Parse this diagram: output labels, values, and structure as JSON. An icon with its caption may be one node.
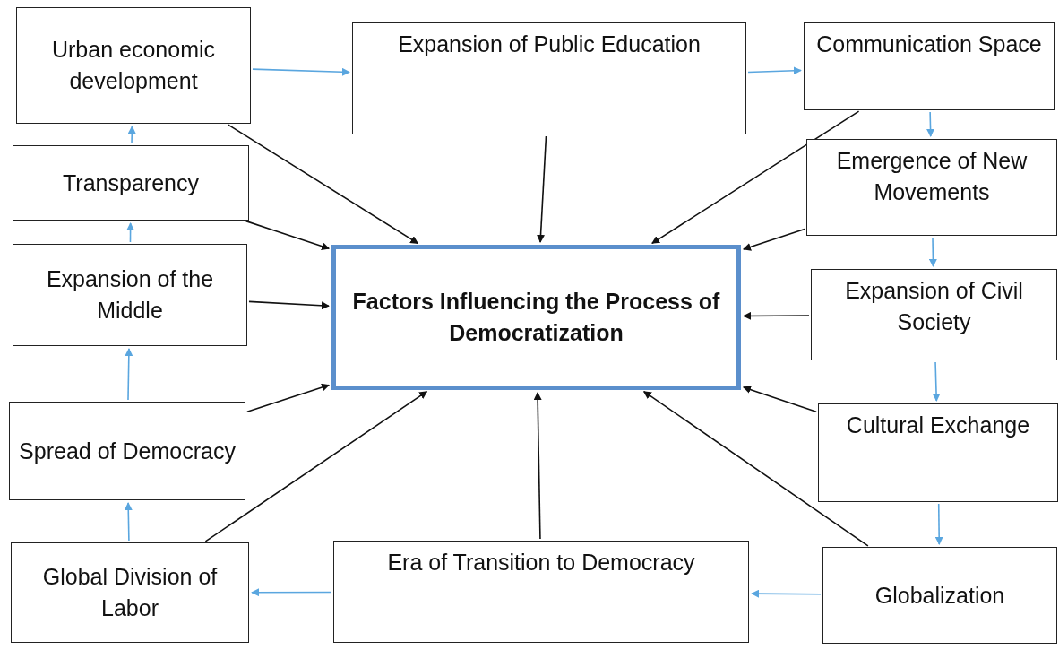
{
  "diagram": {
    "nodes": [
      {
        "text": [
          "Factors Influencing the Process of Democratization"
        ]
      },
      {
        "text": [
          "Urban economic development"
        ]
      },
      {
        "text": [
          "Expansion of Public Education"
        ]
      },
      {
        "text": [
          "Communication Space"
        ]
      },
      {
        "text": [
          "Transparency"
        ]
      },
      {
        "text": [
          "Emergence of New Movements"
        ]
      },
      {
        "text": [
          "Expansion of the Middle"
        ]
      },
      {
        "text": [
          "Expansion of Civil Society"
        ]
      },
      {
        "text": [
          "Spread of Democracy"
        ]
      },
      {
        "text": [
          "Cultural Exchange"
        ]
      },
      {
        "text": [
          "Global Division of Labor"
        ]
      },
      {
        "text": [
          "Era of Transition to Democracy"
        ]
      },
      {
        "text": [
          "Globalization"
        ]
      }
    ],
    "edges": [
      {
        "from": 1,
        "to": 0,
        "arrow": "to"
      },
      {
        "from": 2,
        "to": 0,
        "arrow": "to"
      },
      {
        "from": 3,
        "to": 0,
        "arrow": "to"
      },
      {
        "from": 4,
        "to": 0,
        "arrow": "to"
      },
      {
        "from": 5,
        "to": 0,
        "arrow": "to"
      },
      {
        "from": 6,
        "to": 0,
        "arrow": "to"
      },
      {
        "from": 7,
        "to": 0,
        "arrow": "to"
      },
      {
        "from": 8,
        "to": 0,
        "arrow": "to"
      },
      {
        "from": 9,
        "to": 0,
        "arrow": "to"
      },
      {
        "from": 10,
        "to": 0,
        "arrow": "to"
      },
      {
        "from": 11,
        "to": 0,
        "arrow": "to"
      },
      {
        "from": 12,
        "to": 0,
        "arrow": "to"
      },
      {
        "from": 1,
        "to": 2,
        "arrow": "to",
        "color": "#5aa6df"
      },
      {
        "from": 2,
        "to": 3,
        "arrow": "to",
        "color": "#5aa6df"
      },
      {
        "from": 3,
        "to": 5,
        "arrow": "to",
        "color": "#5aa6df"
      },
      {
        "from": 5,
        "to": 7,
        "arrow": "to",
        "color": "#5aa6df"
      },
      {
        "from": 7,
        "to": 9,
        "arrow": "to",
        "color": "#5aa6df"
      },
      {
        "from": 9,
        "to": 12,
        "arrow": "to",
        "color": "#5aa6df"
      },
      {
        "from": 12,
        "to": 11,
        "arrow": "to",
        "color": "#5aa6df"
      },
      {
        "from": 11,
        "to": 10,
        "arrow": "to",
        "color": "#5aa6df"
      },
      {
        "from": 10,
        "to": 8,
        "arrow": "to",
        "color": "#5aa6df"
      },
      {
        "from": 8,
        "to": 6,
        "arrow": "to",
        "color": "#5aa6df"
      },
      {
        "from": 6,
        "to": 4,
        "arrow": "to",
        "color": "#5aa6df"
      },
      {
        "from": 4,
        "to": 1,
        "arrow": "to",
        "color": "#5aa6df"
      }
    ]
  }
}
